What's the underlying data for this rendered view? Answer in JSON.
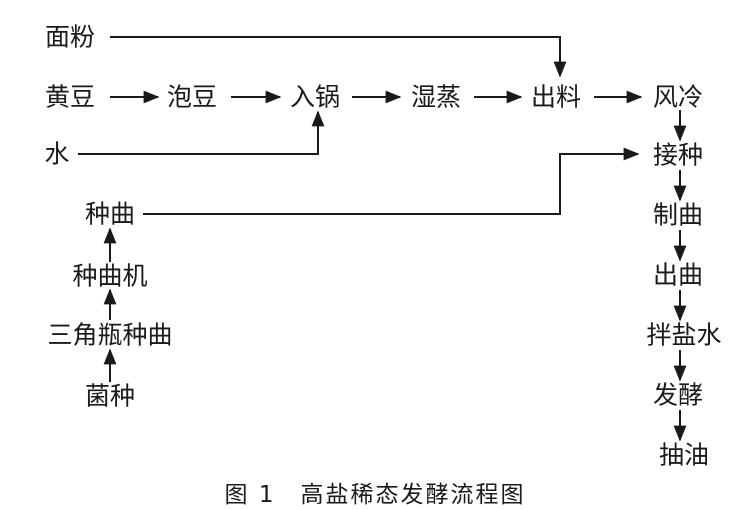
{
  "nodes": {
    "mianfen": "面粉",
    "huangdou": "黄豆",
    "paodou": "泡豆",
    "ruguo": "入锅",
    "shizheng": "湿蒸",
    "chuliao": "出料",
    "fengleng": "风冷",
    "shui": "水",
    "jiezhong": "接种",
    "zhongqu": "种曲",
    "zhiqu": "制曲",
    "zhongquji": "种曲机",
    "chuqu": "出曲",
    "sanjiaoping": "三角瓶种曲",
    "banyanshui": "拌盐水",
    "junzhong": "菌种",
    "fajiao": "发酵",
    "chouyou": "抽油"
  },
  "caption": "图 1　高盐稀态发酵流程图"
}
